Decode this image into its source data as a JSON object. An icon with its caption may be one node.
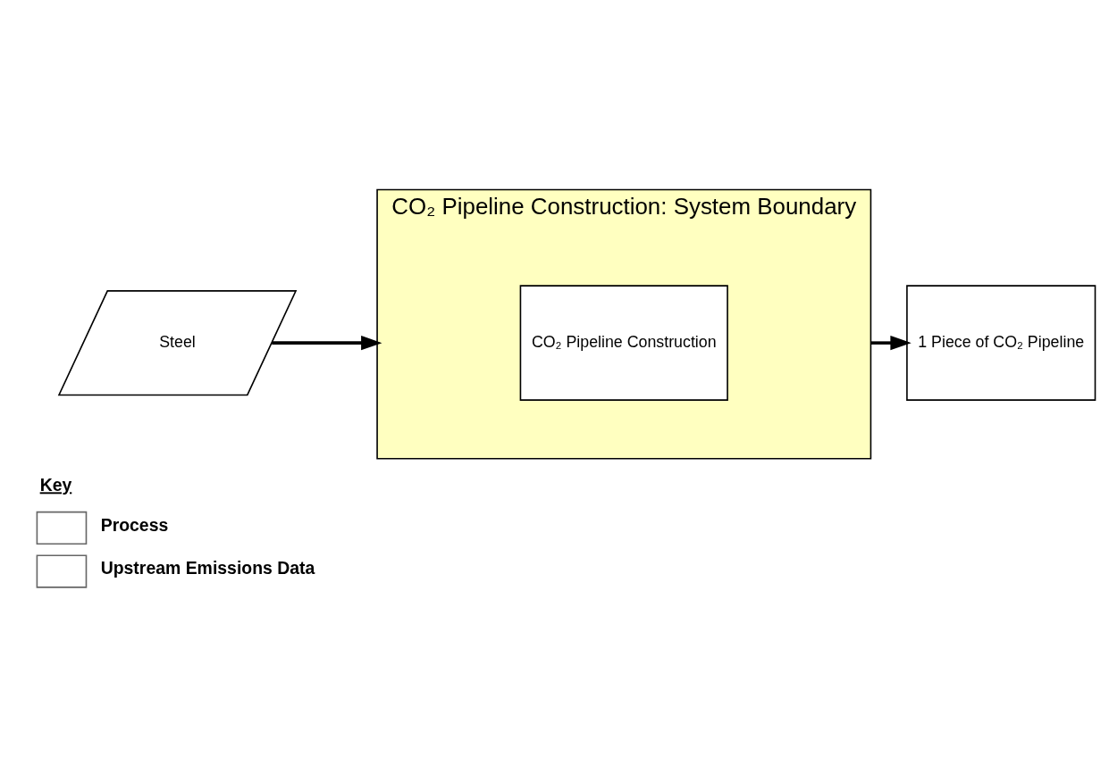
{
  "diagram": {
    "nodes": [
      {
        "text": [
          "CO₂ Pipeline Construction: System Boundary"
        ]
      },
      {
        "text": [
          "Steel"
        ]
      },
      {
        "text": [
          "CO₂ Pipeline Construction"
        ],
        "in": 0
      },
      {
        "text": [
          "1 Piece of CO₂ Pipeline"
        ]
      }
    ],
    "edges": [
      {
        "from": 1,
        "to": 0,
        "arrow": "to"
      },
      {
        "from": 0,
        "to": 3,
        "arrow": "to"
      }
    ],
    "labels": [
      "Key"
    ],
    "legend": [
      {
        "text": "Process"
      },
      {
        "text": "Upstream Emissions Data"
      }
    ]
  }
}
